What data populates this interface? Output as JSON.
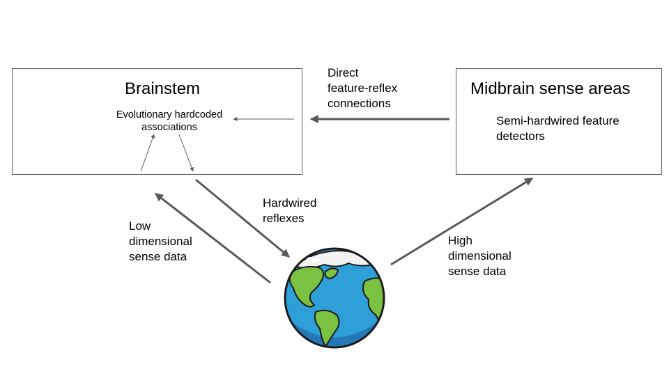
{
  "brainstem": {
    "title": "Brainstem",
    "subtitle_line1": "Evolutionary hardcoded",
    "subtitle_line2": "associations"
  },
  "midbrain": {
    "title": "Midbrain sense areas",
    "subtitle_line1": "Semi-hardwired feature",
    "subtitle_line2": "detectors"
  },
  "labels": {
    "direct": [
      "Direct",
      "feature-reflex",
      "connections"
    ],
    "hardwired": [
      "Hardwired",
      "reflexes"
    ],
    "low": [
      "Low",
      "dimensional",
      "sense data"
    ],
    "high": [
      "High",
      "dimensional",
      "sense data"
    ]
  },
  "colors": {
    "arrow": "#595959",
    "ocean": "#2f9fd8",
    "land": "#7cc242",
    "ice": "#f2f2f2",
    "outline": "#1a1a1a"
  },
  "globe": {
    "icon": "earth-globe-icon"
  }
}
